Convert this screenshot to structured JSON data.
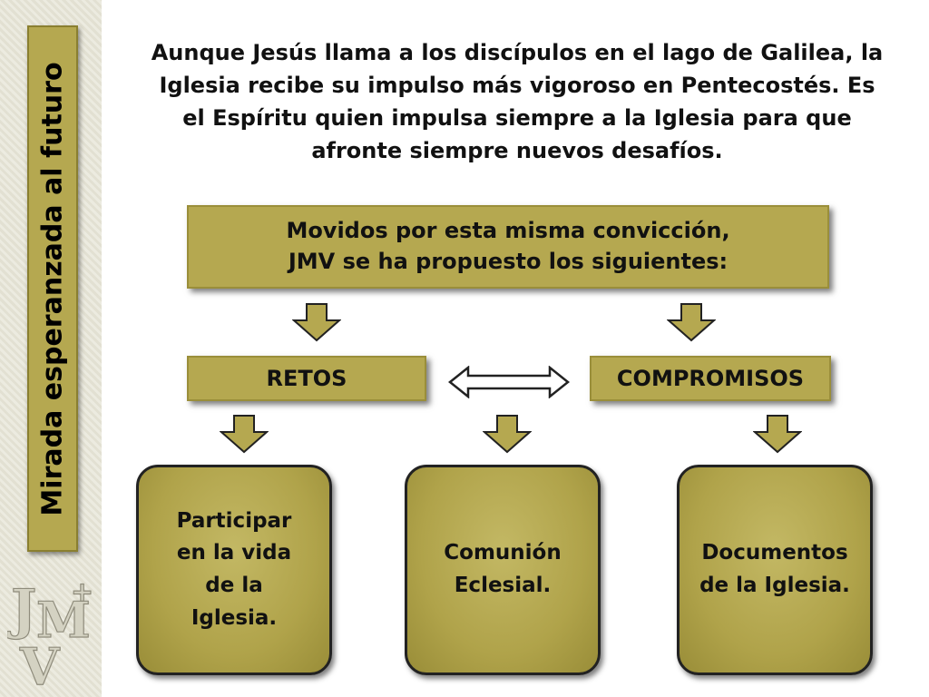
{
  "sidebar": {
    "title": "Mirada esperanzada al futuro",
    "logo_letters": {
      "j": "J",
      "m": "M",
      "v": "V",
      "cross": "+"
    }
  },
  "intro": {
    "text": "Aunque Jesús llama a los discípulos en el lago de Galilea, la Iglesia recibe su impulso más vigoroso en Pentecostés. Es el Espíritu quien impulsa siempre a la Iglesia para que afronte siempre nuevos desafíos."
  },
  "main_box": {
    "text": "Movidos por esta misma convicción,\nJMV se ha propuesto los siguientes:"
  },
  "retos": {
    "label": "RETOS"
  },
  "compromisos": {
    "label": "COMPROMISOS"
  },
  "cards": [
    {
      "text": "Participar\nen la vida\nde la\nIglesia."
    },
    {
      "text": "Comunión\nEclesial."
    },
    {
      "text": "Documentos\nde la Iglesia."
    }
  ],
  "colors": {
    "box_fill": "#b5a850",
    "arrow_fill": "#b5a850",
    "arrow_stroke": "#222222"
  }
}
